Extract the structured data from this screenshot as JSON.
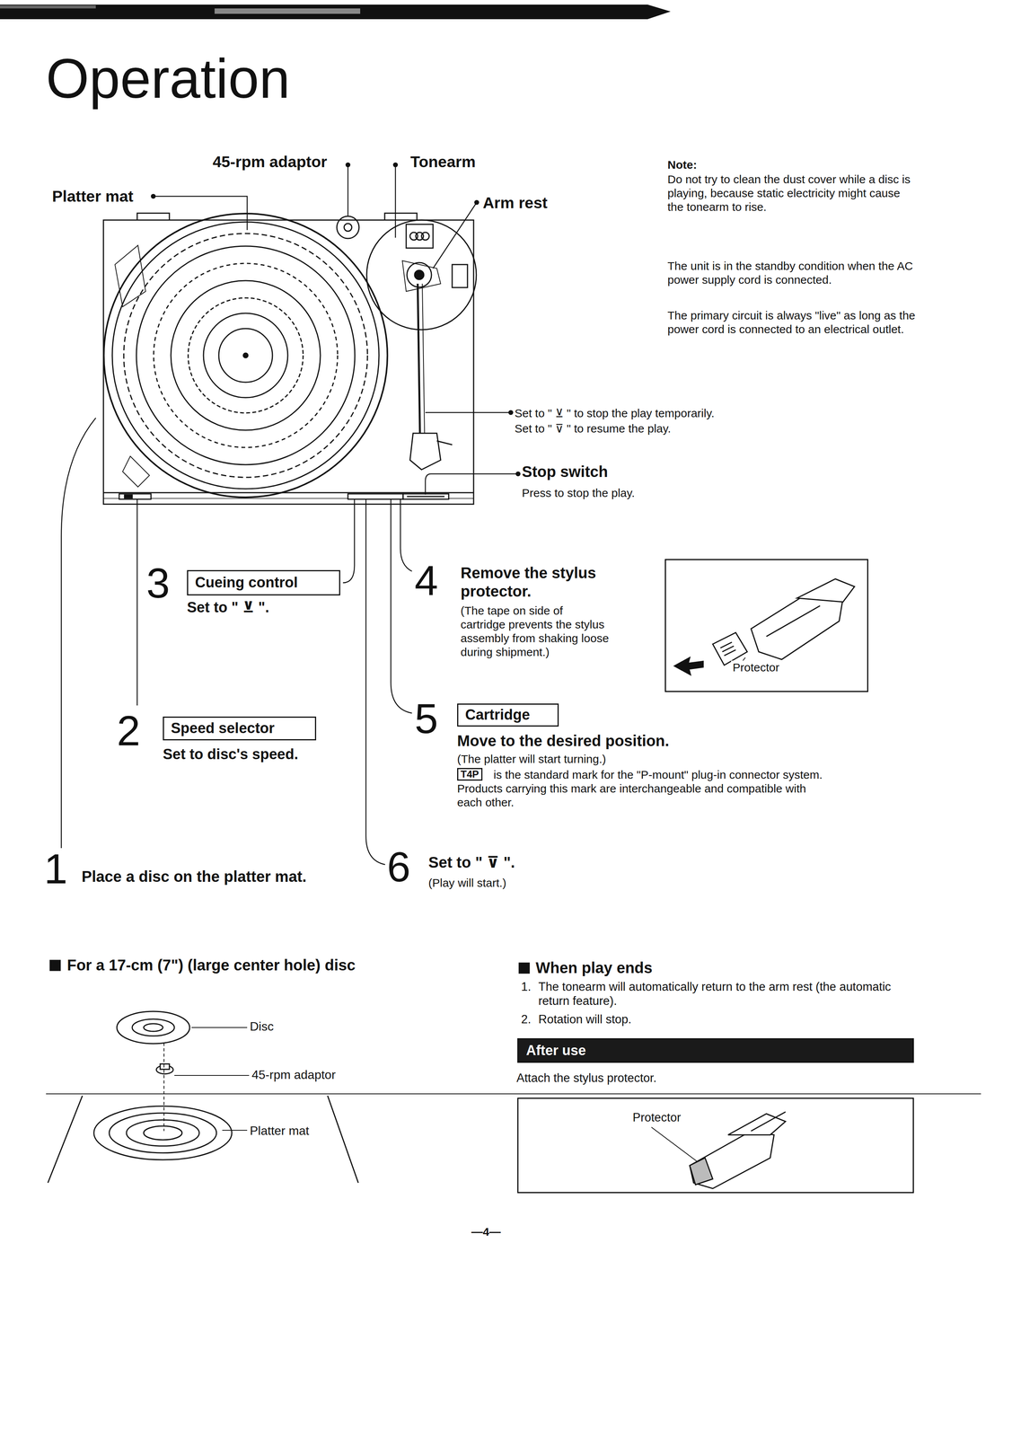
{
  "diagram": {
    "title": "Operation",
    "nodes": [
      {
        "text": [
          "Cueing control"
        ]
      },
      {
        "text": [
          "Protector"
        ]
      },
      {
        "text": [
          "Speed selector"
        ]
      },
      {
        "text": [
          "Cartridge"
        ]
      },
      {
        "text": [
          "After use"
        ]
      },
      {
        "text": [
          "Protector"
        ]
      }
    ],
    "labels": [
      "45-rpm adaptor",
      "Tonearm",
      "Platter mat",
      "Arm rest",
      "Note:",
      "Do not try to clean the dust cover while a disc is playing, because static electricity might cause the tonearm to rise.",
      "The unit is in the standby condition when the AC power supply cord is connected.",
      "The primary circuit is always \"live\" as long as the power cord is connected to an electrical outlet.",
      "Set to \" ⊻ \" to stop the play temporarily.",
      "Set to \" ⊽ \" to resume the play.",
      "Stop switch",
      "Press to stop the play.",
      "3",
      "Set to \" ⊻ \".",
      "4",
      "Remove the stylus protector.",
      "(The tape on side of cartridge prevents the stylus assembly from shaking loose during shipment.)",
      "2",
      "Set to disc's speed.",
      "5",
      "Move to the desired position.",
      "(The platter will start turning.)",
      "T4P",
      "is the standard mark for the \"P-mount\" plug-in connector system. Products carrying this mark are interchangeable and compatible with each other.",
      "1",
      "Place a disc on the platter mat.",
      "6",
      "Set to \" ⊽ \".",
      "(Play will start.)",
      "For a 17-cm (7\") (large center hole) disc",
      "Disc",
      "45-rpm adaptor",
      "Platter mat",
      "When play ends",
      "1.",
      "The tonearm will automatically return to the arm rest (the automatic return feature).",
      "2.",
      "Rotation will stop.",
      "Attach the stylus protector.",
      "—4—"
    ]
  }
}
